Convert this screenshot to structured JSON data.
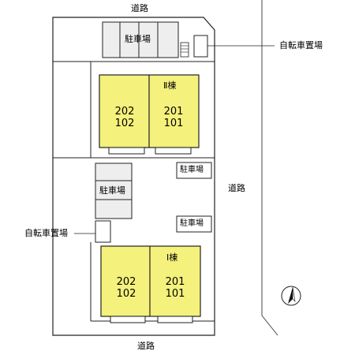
{
  "roads": {
    "top": "道路",
    "right": "道路",
    "bottom": "道路"
  },
  "parking": {
    "top": "駐車場",
    "middle_left": "駐車場",
    "middle_right_top": "駐車場",
    "middle_right_bottom": "駐車場"
  },
  "bicycle_parking": {
    "top_right": "自転車置場",
    "middle_left": "自転車置場"
  },
  "buildings": {
    "upper": {
      "name": "Ⅱ棟",
      "units": [
        {
          "upper": "202",
          "lower": "102"
        },
        {
          "upper": "201",
          "lower": "101"
        }
      ]
    },
    "lower": {
      "name": "Ⅰ棟",
      "units": [
        {
          "upper": "202",
          "lower": "102"
        },
        {
          "upper": "201",
          "lower": "101"
        }
      ]
    }
  },
  "colors": {
    "building_fill": "#f4f17c",
    "parking_fill": "#eeeeee",
    "line": "#222222"
  },
  "icons": {
    "north_arrow": "north-arrow-icon"
  }
}
